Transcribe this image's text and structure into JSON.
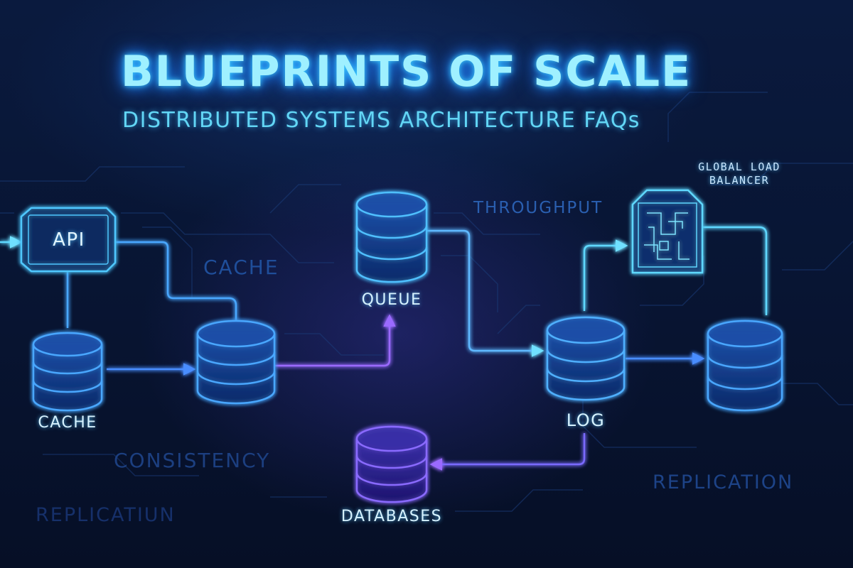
{
  "title": "BLUEPRINTS OF SCALE",
  "subtitle": "DISTRIBUTED SYSTEMS ARCHITECTURE FAQs",
  "nodes": {
    "api": "API",
    "cache": "CACHE",
    "queue": "QUEUE",
    "databases": "DATABASES",
    "log": "LOG",
    "global_load_balancer": "GLOBAL LOAD\nBALANCER"
  },
  "background_words": {
    "cache": "CACHE",
    "throughput": "THROUGHPUT",
    "consistency": "CONSISTENCY",
    "replication_right": "REPLICATION",
    "replication_left": "REPLICATIUN"
  },
  "colors": {
    "background": "#07122e",
    "glow_cyan": "#5fd8ff",
    "glow_blue": "#3f7dff",
    "glow_purple": "#8b5cff"
  }
}
